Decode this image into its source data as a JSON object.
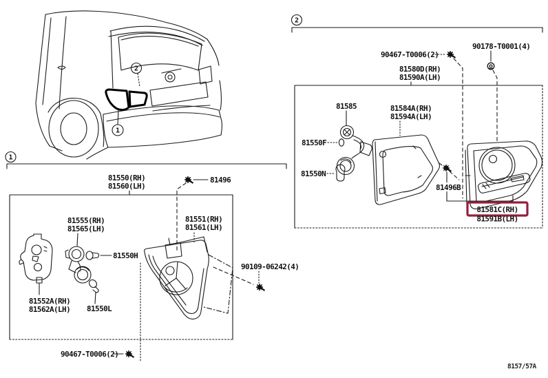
{
  "diagram": {
    "figure_code": "8157/57A",
    "highlight_color": "#92203A",
    "line_color": "#1a1a1a",
    "background": "#ffffff"
  },
  "callouts": {
    "one": "1",
    "two": "2"
  },
  "section1": {
    "parts": {
      "assy_rh": "81550(RH)",
      "assy_lh": "81560(LH)",
      "screw": "81496",
      "socket_rh": "81555(RH)",
      "socket_lh": "81565(LH)",
      "bulb_h": "81550H",
      "lens_rh": "81551(RH)",
      "lens_lh": "81561(LH)",
      "body_rh": "81552A(RH)",
      "body_lh": "81562A(LH)",
      "bulb_l": "81550L",
      "bolt": "90109-06242(4)",
      "screw_bottom": "90467-T0006(2)"
    }
  },
  "section2": {
    "parts": {
      "screw_top": "90467-T0006(2)",
      "nut": "90178-T0001(4)",
      "assy_rh": "81580D(RH)",
      "assy_lh": "81590A(LH)",
      "socket": "81585",
      "bulb_f": "81550F",
      "bulb_n": "81550N",
      "gasket_rh": "81584A(RH)",
      "gasket_lh": "81594A(LH)",
      "screw_b": "81496B",
      "lens_rh_highlighted": "81581C(RH)",
      "lens_lh": "81591B(LH)"
    }
  }
}
